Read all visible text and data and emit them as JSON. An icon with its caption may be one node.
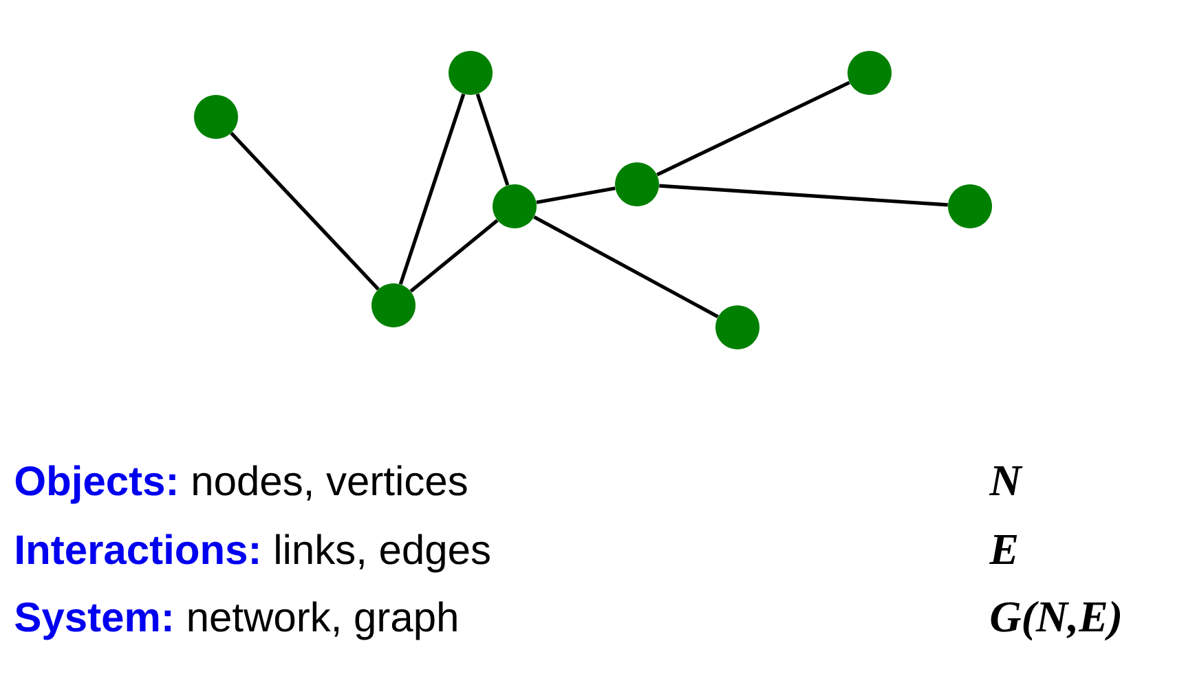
{
  "diagram": {
    "nodes": [
      {
        "text": [],
        "shape": "circle"
      },
      {
        "text": [],
        "shape": "circle"
      },
      {
        "text": [],
        "shape": "circle"
      },
      {
        "text": [],
        "shape": "circle"
      },
      {
        "text": [],
        "shape": "circle"
      },
      {
        "text": [],
        "shape": "circle"
      },
      {
        "text": [],
        "shape": "circle"
      },
      {
        "text": [],
        "shape": "circle"
      }
    ],
    "edges": [
      {
        "from": 0,
        "to": 1,
        "arrow": "none"
      },
      {
        "from": 1,
        "to": 2,
        "arrow": "none"
      },
      {
        "from": 2,
        "to": 3,
        "arrow": "none"
      },
      {
        "from": 1,
        "to": 3,
        "arrow": "none"
      },
      {
        "from": 3,
        "to": 4,
        "arrow": "none"
      },
      {
        "from": 4,
        "to": 6,
        "arrow": "none"
      },
      {
        "from": 4,
        "to": 7,
        "arrow": "none"
      },
      {
        "from": 3,
        "to": 5,
        "arrow": "none"
      }
    ],
    "labels": [
      "Objects:",
      "nodes, vertices",
      "N",
      "Interactions:",
      "links, edges",
      "E",
      "System:",
      "network, graph",
      "G(N,E)"
    ]
  }
}
